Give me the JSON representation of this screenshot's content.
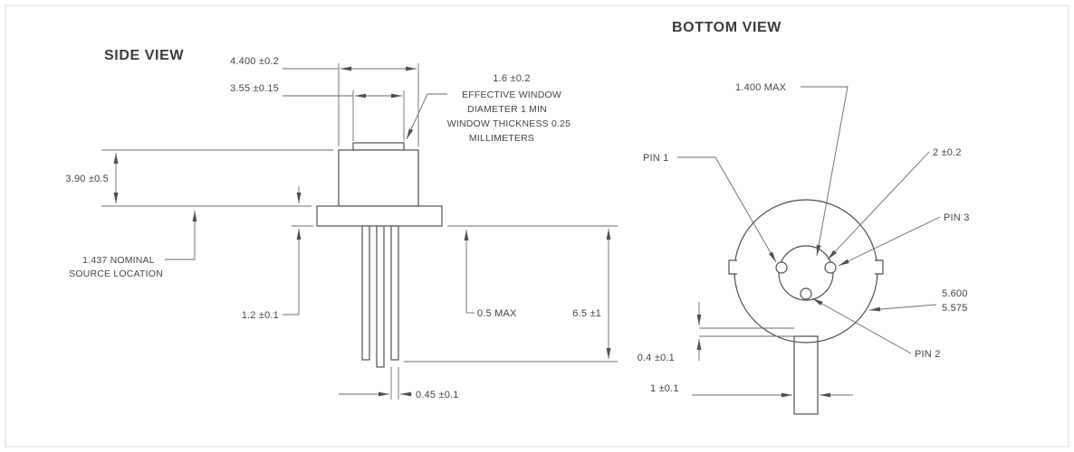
{
  "palette": {
    "line_color": "#4f4f4f",
    "text_color": "#454545",
    "background": "#ffffff",
    "page_border": "#d9d9d9"
  },
  "side_view": {
    "title": "SIDE VIEW",
    "dims": {
      "cap_width": "4.400 ±0.2",
      "window_width": "3.55 ±0.15",
      "cap_height": "3.90 ±0.5",
      "flange_thickness": "1.2 ±0.1",
      "standoff": "0.5 MAX",
      "pin_length": "6.5 ±1",
      "pin_diameter": "0.45 ±0.1"
    },
    "window_note": {
      "line1": "1.6 ±0.2",
      "line2": "EFFECTIVE WINDOW",
      "line3": "DIAMETER 1 MIN",
      "line4": "WINDOW THICKNESS 0.25",
      "line5": "MILLIMETERS"
    },
    "source_note": {
      "line1": "1.437 NOMINAL",
      "line2": "SOURCE LOCATION"
    }
  },
  "bottom_view": {
    "title": "BOTTOM VIEW",
    "labels": {
      "cap_aperture": "1.400  MAX",
      "pin1": "PIN 1",
      "pin_spacing": "2 ±0.2",
      "pin3": "PIN 3",
      "flange_diameter_max": "5.600",
      "flange_diameter_min": "5.575",
      "pin2": "PIN 2",
      "tab_thickness": "0.4 ±0.1",
      "tab_width": "1 ±0.1"
    }
  }
}
